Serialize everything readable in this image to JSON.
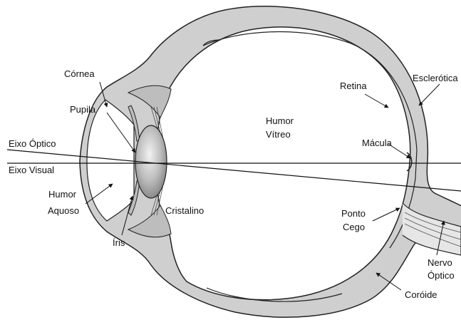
{
  "labels": {
    "cornea": "Córnea",
    "pupila": "Pupila",
    "eixo_optico": "Eixo Óptico",
    "eixo_visual": "Eixo Visual",
    "humor_aquoso_1": "Humor",
    "humor_aquoso_2": "Aquoso",
    "iris": "Íris",
    "cristalino": "Cristalino",
    "humor_vitreo_1": "Humor",
    "humor_vitreo_2": "Vítreo",
    "retina": "Retina",
    "esclerotica": "Esclerótica",
    "macula": "Mácula",
    "ponto_cego_1": "Ponto",
    "ponto_cego_2": "Cego",
    "nervo_optico_1": "Nervo",
    "nervo_optico_2": "Óptico",
    "coroide": "Coróide"
  }
}
